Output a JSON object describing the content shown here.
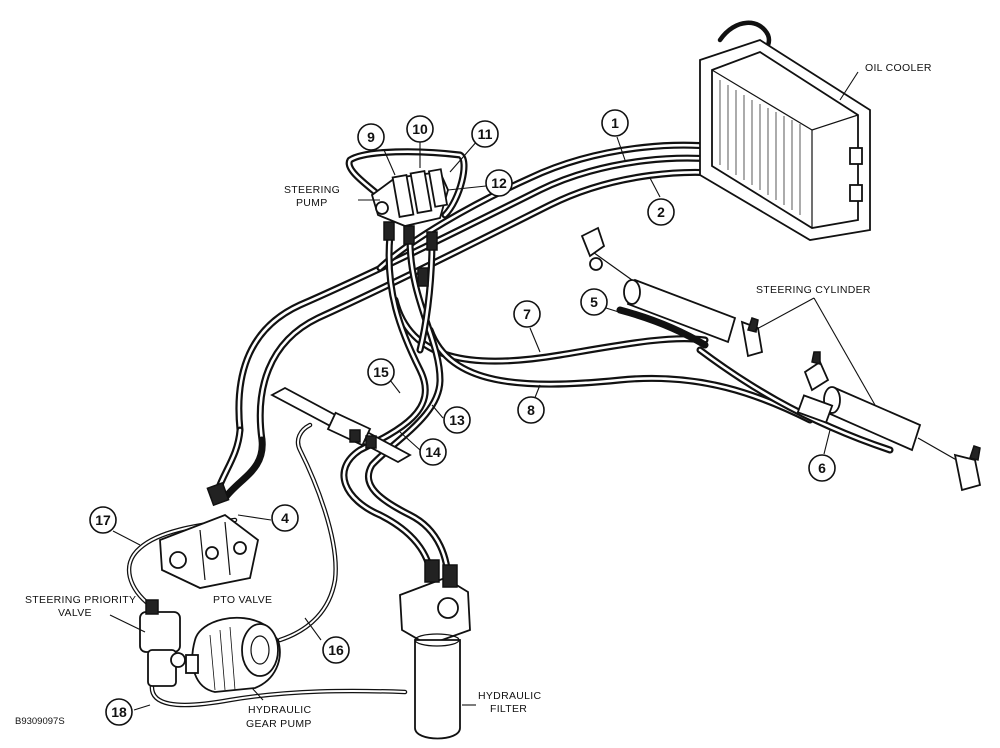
{
  "labels": {
    "oil_cooler": "OIL COOLER",
    "steering_pump_1": "STEERING",
    "steering_pump_2": "PUMP",
    "steering_cylinder": "STEERING CYLINDER",
    "steering_priority_valve_1": "STEERING PRIORITY",
    "steering_priority_valve_2": "VALVE",
    "pto_valve": "PTO VALVE",
    "hydraulic_gear_pump_1": "HYDRAULIC",
    "hydraulic_gear_pump_2": "GEAR PUMP",
    "hydraulic_filter_1": "HYDRAULIC",
    "hydraulic_filter_2": "FILTER",
    "figure_id": "B9309097S"
  },
  "callouts": [
    "1",
    "2",
    "4",
    "5",
    "6",
    "7",
    "8",
    "9",
    "10",
    "11",
    "12",
    "13",
    "14",
    "15",
    "16",
    "17",
    "18"
  ]
}
